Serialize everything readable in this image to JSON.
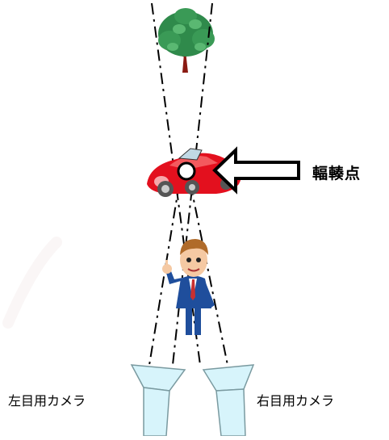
{
  "labels": {
    "convergence_point": "輻輳点",
    "left_camera": "左目用カメラ",
    "right_camera": "右目用カメラ"
  },
  "colors": {
    "car_body": "#e3101e",
    "camera_fill": "#d7f4fb",
    "camera_stroke": "#7a9aa0",
    "tree_leaves": "#2f8a4b",
    "tree_trunk": "#8a1a12",
    "person_suit": "#1f4e9c",
    "person_tie": "#c83030",
    "skin": "#f5c9a3",
    "hair": "#b06b2a",
    "line": "#000000",
    "watermark": "#f3ecec"
  },
  "icons": [
    "tree-icon",
    "car-icon",
    "person-icon",
    "left-camera-icon",
    "right-camera-icon",
    "arrow-icon",
    "convergence-point-marker"
  ]
}
